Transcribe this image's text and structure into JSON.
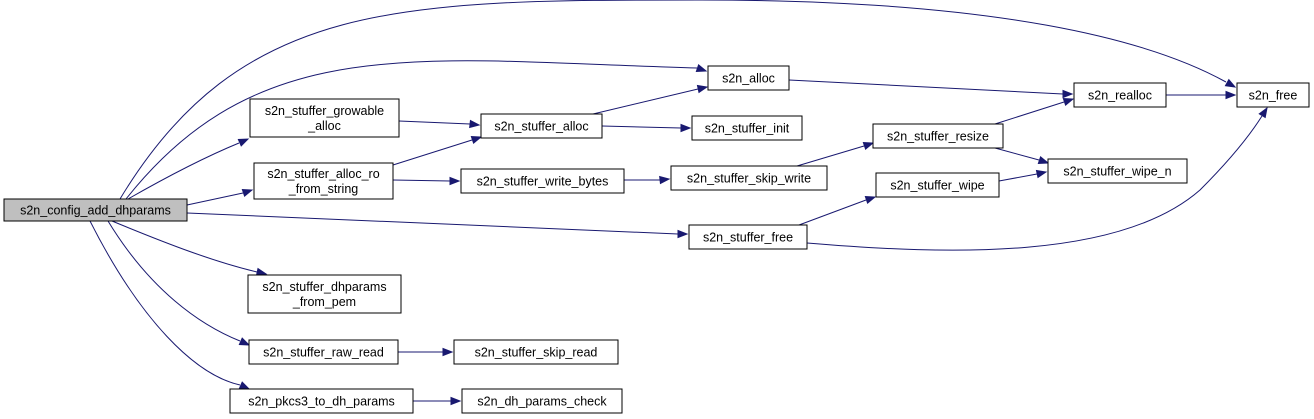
{
  "nodes": {
    "root": {
      "lines": [
        "s2n_config_add_dhparams"
      ]
    },
    "growable": {
      "lines": [
        "s2n_stuffer_growable",
        "_alloc"
      ]
    },
    "alloc_ro": {
      "lines": [
        "s2n_stuffer_alloc_ro",
        "_from_string"
      ]
    },
    "dhparams_pem": {
      "lines": [
        "s2n_stuffer_dhparams",
        "_from_pem"
      ]
    },
    "raw_read": {
      "lines": [
        "s2n_stuffer_raw_read"
      ]
    },
    "pkcs3": {
      "lines": [
        "s2n_pkcs3_to_dh_params"
      ]
    },
    "stuffer_alloc": {
      "lines": [
        "s2n_stuffer_alloc"
      ]
    },
    "write_bytes": {
      "lines": [
        "s2n_stuffer_write_bytes"
      ]
    },
    "skip_read": {
      "lines": [
        "s2n_stuffer_skip_read"
      ]
    },
    "dh_check": {
      "lines": [
        "s2n_dh_params_check"
      ]
    },
    "s2n_alloc": {
      "lines": [
        "s2n_alloc"
      ]
    },
    "stuffer_init": {
      "lines": [
        "s2n_stuffer_init"
      ]
    },
    "skip_write": {
      "lines": [
        "s2n_stuffer_skip_write"
      ]
    },
    "stuffer_free": {
      "lines": [
        "s2n_stuffer_free"
      ]
    },
    "resize": {
      "lines": [
        "s2n_stuffer_resize"
      ]
    },
    "wipe": {
      "lines": [
        "s2n_stuffer_wipe"
      ]
    },
    "realloc": {
      "lines": [
        "s2n_realloc"
      ]
    },
    "wipe_n": {
      "lines": [
        "s2n_stuffer_wipe_n"
      ]
    },
    "s2n_free": {
      "lines": [
        "s2n_free"
      ]
    }
  },
  "edges": [
    [
      "root",
      "s2n_free"
    ],
    [
      "root",
      "s2n_alloc"
    ],
    [
      "root",
      "growable"
    ],
    [
      "root",
      "alloc_ro"
    ],
    [
      "root",
      "stuffer_free"
    ],
    [
      "root",
      "dhparams_pem"
    ],
    [
      "root",
      "raw_read"
    ],
    [
      "root",
      "pkcs3"
    ],
    [
      "growable",
      "stuffer_alloc"
    ],
    [
      "alloc_ro",
      "stuffer_alloc"
    ],
    [
      "alloc_ro",
      "write_bytes"
    ],
    [
      "stuffer_alloc",
      "s2n_alloc"
    ],
    [
      "stuffer_alloc",
      "stuffer_init"
    ],
    [
      "write_bytes",
      "skip_write"
    ],
    [
      "skip_write",
      "resize"
    ],
    [
      "resize",
      "realloc"
    ],
    [
      "resize",
      "wipe_n"
    ],
    [
      "s2n_alloc",
      "realloc"
    ],
    [
      "realloc",
      "s2n_free"
    ],
    [
      "stuffer_free",
      "wipe"
    ],
    [
      "stuffer_free",
      "s2n_free"
    ],
    [
      "wipe",
      "wipe_n"
    ],
    [
      "raw_read",
      "skip_read"
    ],
    [
      "pkcs3",
      "dh_check"
    ]
  ],
  "colors": {
    "edge": "#191970",
    "root_fill": "#bfbfbf",
    "node_fill": "#ffffff",
    "node_stroke": "#000000"
  }
}
